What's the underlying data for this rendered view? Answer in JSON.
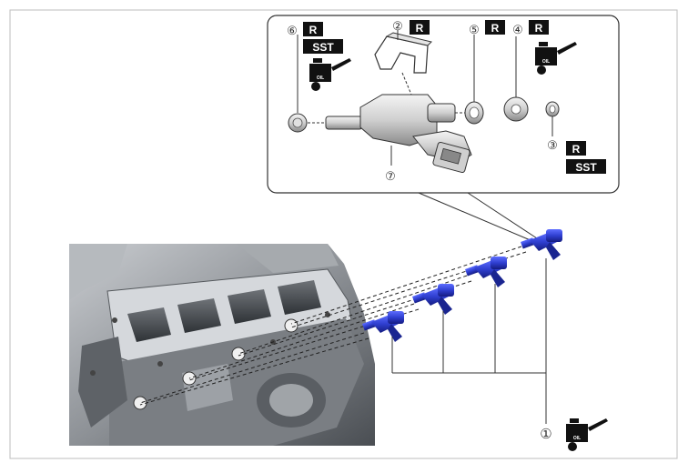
{
  "callouts": {
    "c1": "①",
    "c2": "②",
    "c3": "③",
    "c4": "④",
    "c5": "⑤",
    "c6": "⑥",
    "c7": "⑦"
  },
  "tags": {
    "replace": "R",
    "sst": "SST",
    "oil": "OIL"
  },
  "icons": {
    "oil_can": "oil-can-icon",
    "replace_badge": "replace-badge-icon",
    "sst_badge": "special-service-tool-badge"
  },
  "colors": {
    "injector_blue": "#2f3fd0",
    "injector_blue_dark": "#1a2590",
    "badge_black": "#111111",
    "engine_gray": "#8e9296",
    "line": "#333333"
  }
}
